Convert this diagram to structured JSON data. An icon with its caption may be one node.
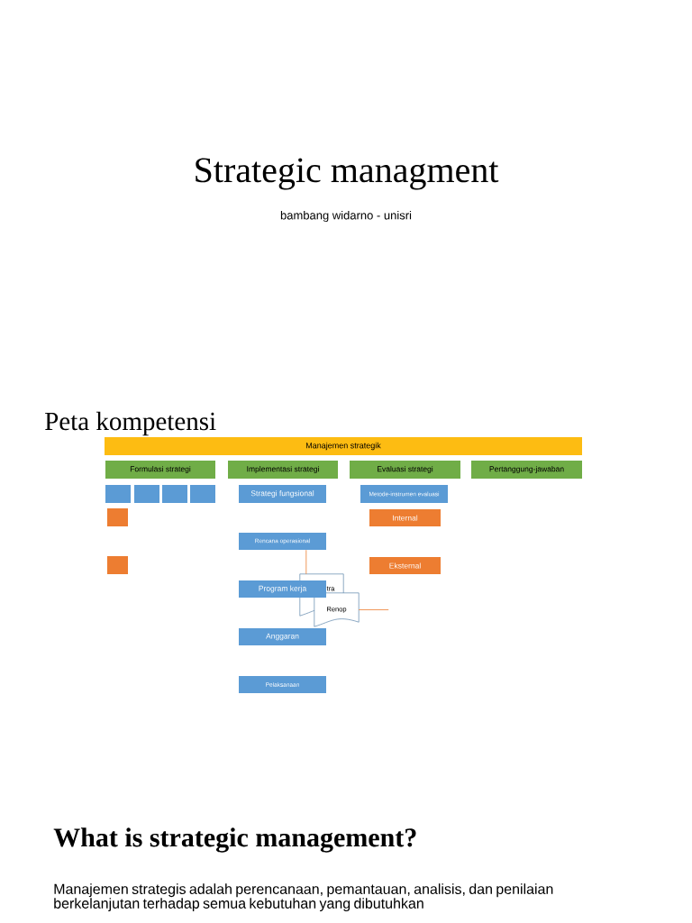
{
  "diagram": {
    "title": "Strategic managment",
    "nodes": [
      {
        "text": [
          "Manajemen strategik"
        ]
      },
      {
        "text": [
          "Formulasi strategi"
        ]
      },
      {
        "text": [
          "Implementasi strategi"
        ]
      },
      {
        "text": [
          "Evaluasi strategi"
        ]
      },
      {
        "text": [
          "Pertanggung-jawaban"
        ]
      },
      {
        "text": [],
        "shape": "box"
      },
      {
        "text": [],
        "shape": "box"
      },
      {
        "text": [],
        "shape": "box"
      },
      {
        "text": [],
        "shape": "box"
      },
      {
        "text": [
          "Strategi fungsional"
        ]
      },
      {
        "text": [
          "Metode-instrumen evaluasi"
        ]
      },
      {
        "text": [],
        "shape": "box"
      },
      {
        "text": [
          "Internal"
        ]
      },
      {
        "text": [
          "Rencana operasional"
        ]
      },
      {
        "text": [],
        "shape": "box"
      },
      {
        "text": [
          "Eksternal"
        ]
      },
      {
        "text": [
          "Program kerja"
        ]
      },
      {
        "text": [
          "tra"
        ]
      },
      {
        "text": [
          "Renop"
        ]
      },
      {
        "text": [
          "Anggaran"
        ]
      },
      {
        "text": [
          "Pelaksanaan"
        ]
      }
    ],
    "edges": [
      {
        "from": 13,
        "to": 17,
        "arrow": "none",
        "color": "#ed7d31"
      },
      {
        "from": 18,
        "to": null,
        "arrow": "none",
        "color": "#ed7d31"
      }
    ],
    "labels": [
      "bambang widarno - unisri",
      "Peta kompetensi",
      "What is strategic management?",
      "Manajemen strategis adalah perencanaan, pemantauan, analisis, dan penilaian berkelanjutan terhadap semua kebutuhan yang dibutuhkan"
    ]
  }
}
